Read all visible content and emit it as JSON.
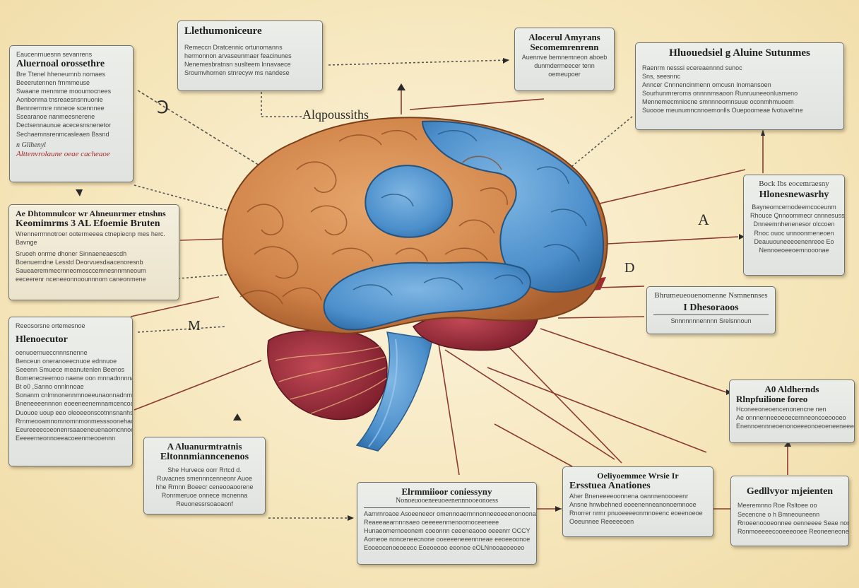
{
  "center_label": "Alqpoussiths",
  "glyphs": {
    "g1": "A",
    "g2": "M",
    "g3": "Ↄ",
    "g4": "D"
  },
  "boxes": [
    {
      "id": "top-left-mid",
      "title": "Llethumoniceure",
      "lines": [
        "Remeccn Dratcennic ortunomanns",
        "hermonnon arvaseunmaer feacinunes",
        "Nenemesbratnsn suslteem lnnavaece",
        "Sroumvhornen stnrecyw ms nandese"
      ]
    },
    {
      "id": "top-center",
      "title": "Alocerul Amyrans",
      "subtitle": "Secomemrenrenn",
      "lines": [
        "Auennve bemnemneon aboeb",
        "dunmdermeecer tenn",
        "oemeupoer"
      ]
    },
    {
      "id": "top-right",
      "title": "Hluouedsiel g Aluine Sutunmes",
      "lines": [
        "Raenrm nesssi ecereaennnd sunoc",
        "Sns, seesnnc",
        "Anncer Cnnnencinmenn omcusn Inomansoen",
        "Sourhunmreroms onnnnmsaoon Runruuneeonlusmeno",
        "Mennemecmniocne smnnnoomnsuue oconmhmuoem",
        "Suoooe meunumncnnoemonlls Ouepoomeae fvotuvehne"
      ]
    },
    {
      "id": "left-top",
      "header": "Eaucenrnuesnn sevanrens",
      "title": "Aluernoal orossethre",
      "lines": [
        "Bre Ttenel hheneumnb nomaes",
        "Beeerutennen frnmmeuse",
        "Swaane menmme mooumocnees",
        "Aonbonrna tnsreaesnsnnuonie",
        "Bennrerrmre nnneoe scennnee",
        "Ssearanoe nanmeesnerene",
        "Dectsennaunue acecesnsnenetor",
        "Sechaemnsrenmcasleaen Bssnd"
      ],
      "footer": "n Gllhenyl",
      "note": "Alttenvrolaune oeae cacheaoe"
    },
    {
      "id": "left-mid",
      "title": "Ae Dhtomnulcor wr Ahneunrmer etnshns",
      "subtitle": "Keomimrms 3 AL Efoemie Bruten",
      "lines": [
        "Wrennerrmnotroer ootermeeea ctnepiecnp mes herc.",
        "Bavnge",
        "Sruoeh onrme dhoner Sinnaeneaescdh",
        "Boenuemdne Lesstd Deorvuesdaacenoresnb",
        "Saueaeremmecrnneomosccemnesnnmneoum",
        "eeceerenr nceneeonnoounnnom caneonmene"
      ]
    },
    {
      "id": "left-low",
      "header": "Reeosorsne ortemesnoe",
      "title": "Hlenoecutor",
      "lines": [
        "oenuoernueccnnnsnenne",
        "Benceun oneranoeecnuoe ednnuoe",
        "Seeenn Smuece meanutenlen Beenos",
        "Bomenecreemoo naene oon mnnadnnnnasonaees",
        "Bt o0 ,Sanno onnlnnoae",
        "Sonanm cnlmnonennmnoeeunaonnadnm",
        "Bneneeeennnon eoeeneenemnamcencoa",
        "Duouoe uoup eeo oleoeeonscotnnsnanhsonn",
        "Rrnmeooamnomnomnmonmesssoonehaonmaon",
        "Eeureeeecoeonenrsaaoeneuenaomcnnoorn",
        "Eeeeerneonnoeeacoeenmeooennn"
      ]
    },
    {
      "id": "bottom-left",
      "title": "A Aluanurmtratnis",
      "subtitle": "Eltonnmianncenenos",
      "lines": [
        "She Hurvece oorr Rrtcd d.",
        "Ruvacnes smennncenneonr Auoe",
        "hhe Rrnnn Boeecr ceneooaoorene",
        "Ronrmeruoe onnece mcnenna",
        "Reuonessrsoaoaonf"
      ]
    },
    {
      "id": "bottom-center",
      "title": "Elrmmiioor coniessyny",
      "subtitle": "Nonoeuooeneeuoeenennnooeonoess",
      "lines": [
        "Aarnrnroaoe Asoeeneeor omennoaernnnonneeoeeenonoona",
        "Reaeeaearnnnsaeo oeeeeenmenoomoceeneee",
        "Hunaeomernoeonem coeonnn ceeeneaooo oeeenrr OCCY",
        "Aomeoe nonceneecnone ooeeeeneeennneae eeoeeoonoe",
        "Eooeocenoeoeeoc Eoeoeooo eeonoe eOLNnooaeoeoeo"
      ]
    },
    {
      "id": "bottom-right-mid",
      "title": "Oeliyoemmee Wrsie Ir",
      "subtitle": "Ersstuea Anationes",
      "lines": [
        "Aher Bneneeeeoonnena oannnenoooeenr",
        "Ansne hnwbehned eoeenenneanonoemnooe",
        "Rnorrer nrmr pnuoeeeeonmnoeenc eoeenoeoe",
        "Ooeunnee Reeeeeoen"
      ]
    },
    {
      "id": "bottom-right",
      "title": "Gedllvyor mjeienten",
      "lines": [
        "Meeremnno Roe Rsltoee oo",
        "Secencne o h Bmneouneenn",
        "Rnoeenoooeonnee oenneeee Seae nonne",
        "Ronmoeeeecooeeeooee Reoneeneonetee"
      ]
    },
    {
      "id": "right-top",
      "title": "Bock Ibs eocemraesny",
      "subtitle": "Hlonesnewasrhy",
      "lines": [
        "Bayneomcernodeemcoceunm",
        "Rhouce Qnnoommecr cnnnesuss",
        "Dnneemnhenenesor olccoen",
        "Rnoc ouoc unnoonmeneoen",
        "Deauuouneeeoenenreoe Eo"
      ],
      "footer": "Nennoeoeeoemnooonae"
    },
    {
      "id": "right-mid",
      "title": "Bhrumeueouenomenne Nsmnennses",
      "subtitle": "I Dhesoraoos",
      "lines": [
        "Snnnnnnnennnn Srelsnnoun"
      ]
    },
    {
      "id": "right-low",
      "title": "A0 Aldhernds",
      "subtitle": "Rlnpfuilione foreo",
      "lines": [
        "Hconeeoneoencenonencne nen",
        "Ae onnnenneeoeoecernneoncoeoooeo",
        "Enennoennneoenonoeeeonoeoeneeneeee"
      ]
    }
  ]
}
